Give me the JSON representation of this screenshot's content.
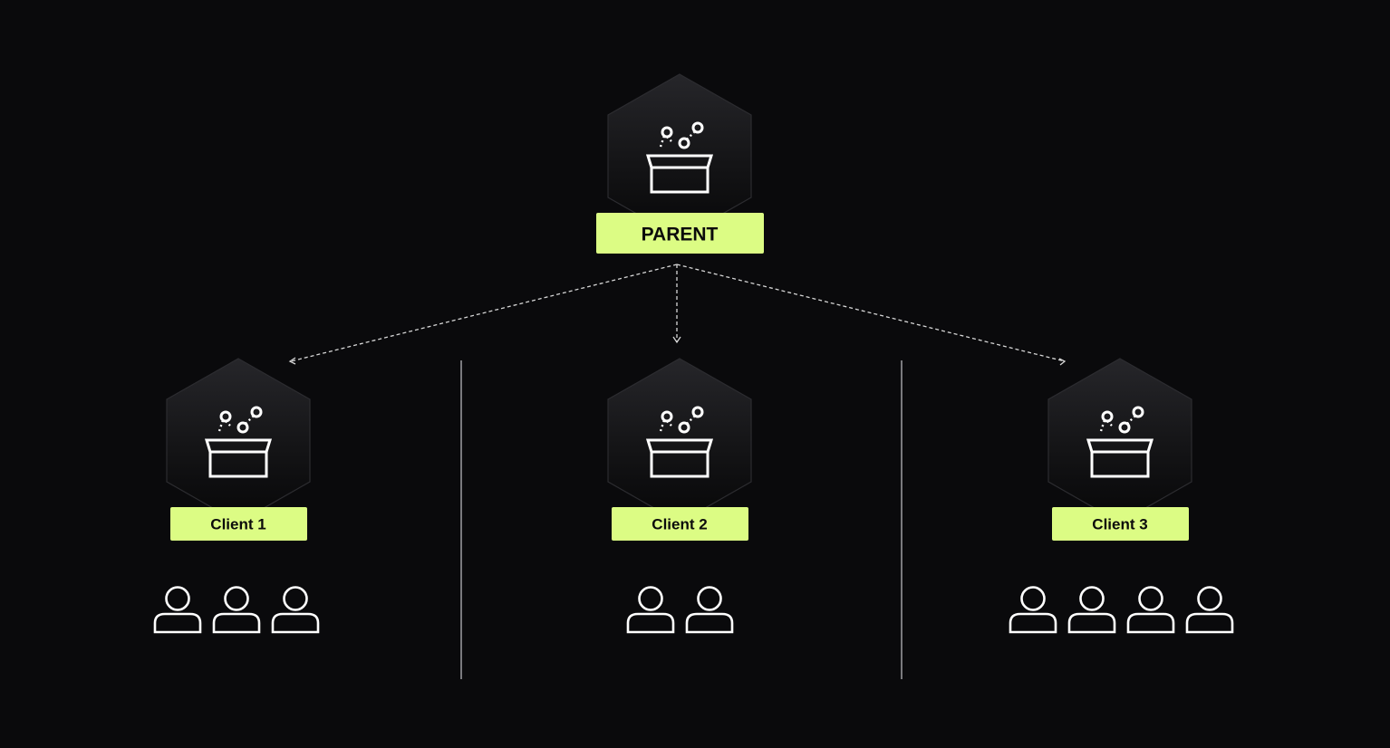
{
  "parent": {
    "label": "PARENT",
    "icon": "package-box-icon"
  },
  "clients": [
    {
      "label": "Client 1",
      "icon": "package-box-icon",
      "users": 3
    },
    {
      "label": "Client 2",
      "icon": "package-box-icon",
      "users": 2
    },
    {
      "label": "Client 3",
      "icon": "package-box-icon",
      "users": 4
    }
  ],
  "colors": {
    "background": "#0a0a0c",
    "label_fill": "#dcfc84",
    "label_text": "#0b0b0b",
    "icon_stroke": "#ffffff",
    "connector": "#d6d6d6",
    "divider": "#7a7a7e"
  }
}
